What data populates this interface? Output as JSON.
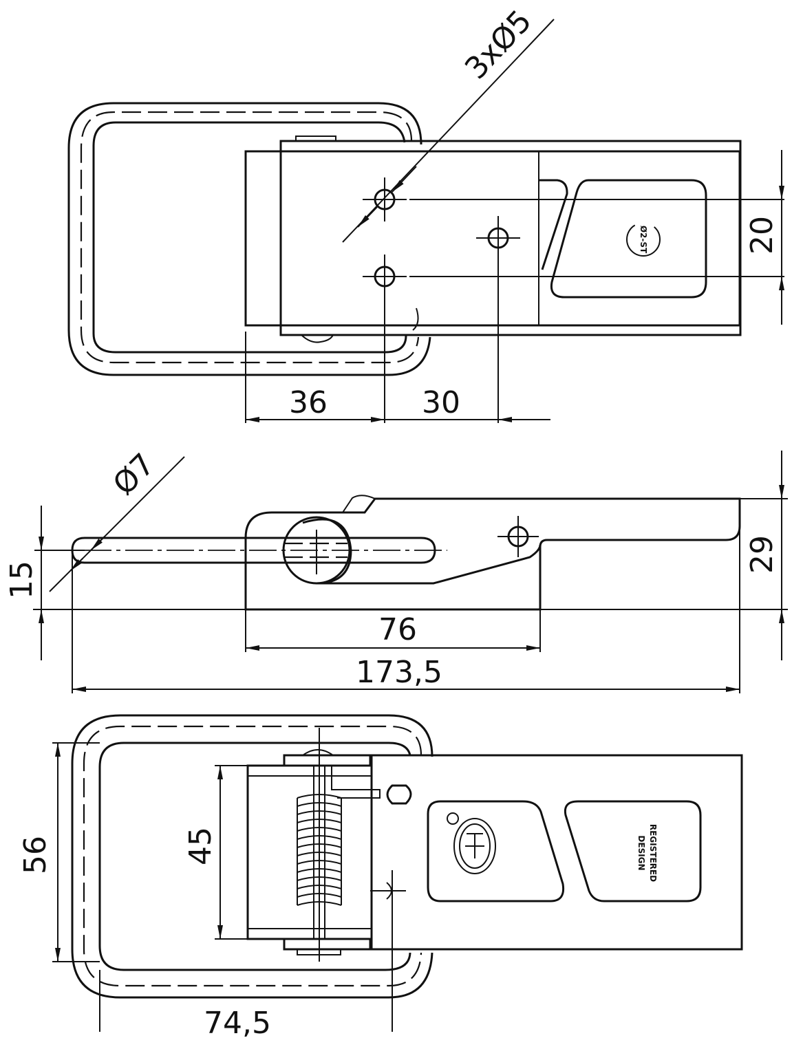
{
  "top_view": {
    "dim_holes": "3xØ5",
    "dim_36": "36",
    "dim_30": "30",
    "dim_20": "20",
    "stamp_text": "Ø2-ST"
  },
  "side_view": {
    "dim_slot": "Ø7",
    "dim_15": "15",
    "dim_29": "29",
    "dim_76": "76",
    "dim_173": "173,5"
  },
  "bottom_view": {
    "dim_56": "56",
    "dim_45": "45",
    "dim_74": "74,5",
    "stamp_design": "DESIGN",
    "stamp_registered": "REGISTERED"
  }
}
